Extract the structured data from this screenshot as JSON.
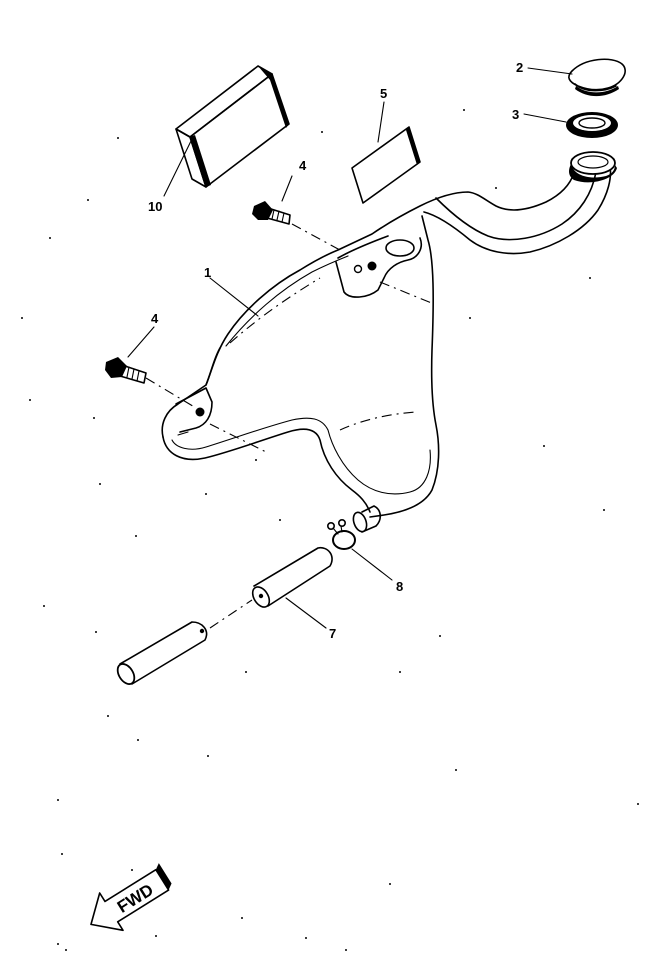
{
  "callouts": {
    "tank": "1",
    "cap": "2",
    "gasket": "3",
    "bolt_upper": "4",
    "bolt_lower": "4",
    "label": "5",
    "hose": "7",
    "clip": "8",
    "pad": "10"
  },
  "direction_arrow": {
    "text": "FWD",
    "icon": "fwd-arrow-icon"
  },
  "colors": {
    "ink": "#000000",
    "paper": "#ffffff"
  }
}
